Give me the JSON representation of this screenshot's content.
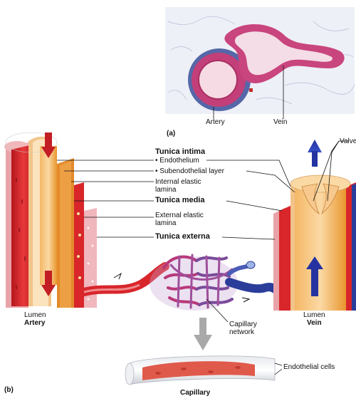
{
  "panel_a": {
    "tag": "(a)",
    "micro_artery_label": "Artery",
    "micro_vein_label": "Vein"
  },
  "panel_b": {
    "tag": "(b)",
    "labels": {
      "valve": "Valve",
      "tunica_intima": "Tunica intima",
      "endothelium": "• Endothelium",
      "subendothelial": "• Subendothelial layer",
      "internal_elastic_1": "Internal elastic",
      "internal_elastic_2": "lamina",
      "tunica_media": "Tunica media",
      "external_elastic_1": "External elastic",
      "external_elastic_2": "lamina",
      "tunica_externa": "Tunica externa",
      "lumen_artery": "Lumen",
      "artery": "Artery",
      "lumen_vein": "Lumen",
      "vein": "Vein",
      "capillary_network_1": "Capillary",
      "capillary_network_2": "network",
      "endothelial_cells": "Endothelial cells",
      "capillary": "Capillary"
    }
  },
  "colors": {
    "artery_red": "#d8262b",
    "vein_blue": "#2b3d9a",
    "media_orange": "#e38a2c",
    "intima_tan": "#f2c48a",
    "externa_pink": "#e9a3a8",
    "capillary_purple": "#7a4a9a",
    "stain_pink": "#c2457a"
  }
}
